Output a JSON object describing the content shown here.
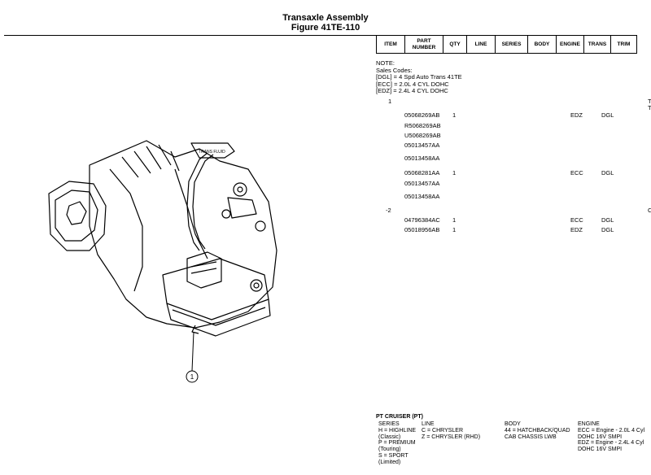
{
  "page": {
    "title": "Transaxle Assembly",
    "figure": "Figure 41TE-110"
  },
  "columns": [
    "ITEM",
    "PART NUMBER",
    "QTY",
    "LINE",
    "SERIES",
    "BODY",
    "ENGINE",
    "TRANS",
    "TRIM"
  ],
  "notes": {
    "heading": "NOTE:",
    "sales_codes": "Sales Codes:",
    "lines": [
      "[DGL] =  4 Spd Auto Trans 41TE",
      "[ECC] = 2.0L  4 CYL  DOHC",
      "[EDZ] = 2.4L  4 CYL  DOHC"
    ]
  },
  "items": [
    {
      "item": "1",
      "part_number": "",
      "qty": "",
      "engine": "",
      "trans": "",
      "edge": "T"
    },
    {
      "item": "",
      "part_number": "",
      "qty": "",
      "engine": "",
      "trans": "",
      "edge": "T"
    },
    {
      "item": "",
      "part_number": "05068269AB",
      "qty": "1",
      "engine": "EDZ",
      "trans": "DGL",
      "edge": ""
    },
    {
      "item": "",
      "part_number": "R5068269AB",
      "qty": "",
      "engine": "",
      "trans": "",
      "edge": ""
    },
    {
      "item": "",
      "part_number": "U5068269AB",
      "qty": "",
      "engine": "",
      "trans": "",
      "edge": ""
    },
    {
      "item": "",
      "part_number": "05013457AA",
      "qty": "",
      "engine": "",
      "trans": "",
      "edge": ""
    },
    {
      "item": "",
      "part_number": "05013458AA",
      "qty": "",
      "engine": "",
      "trans": "",
      "edge": ""
    },
    {
      "item": "",
      "part_number": "05068281AA",
      "qty": "1",
      "engine": "ECC",
      "trans": "DGL",
      "edge": ""
    },
    {
      "item": "",
      "part_number": "05013457AA",
      "qty": "",
      "engine": "",
      "trans": "",
      "edge": ""
    },
    {
      "item": "",
      "part_number": "05013458AA",
      "qty": "",
      "engine": "",
      "trans": "",
      "edge": ""
    },
    {
      "item": "-2",
      "part_number": "",
      "qty": "",
      "engine": "",
      "trans": "",
      "edge": "C"
    },
    {
      "item": "",
      "part_number": "04796384AC",
      "qty": "1",
      "engine": "ECC",
      "trans": "DGL",
      "edge": ""
    },
    {
      "item": "",
      "part_number": "05018956AB",
      "qty": "1",
      "engine": "EDZ",
      "trans": "DGL",
      "edge": ""
    }
  ],
  "diagram": {
    "callout": "1",
    "plug_label": "TRANS FLUID"
  },
  "footer": {
    "model": "PT CRUISER (PT)",
    "series": {
      "heading": "SERIES",
      "lines": [
        "H = HIGHLINE",
        "(Classic)",
        "P = PREMIUM",
        "(Touring)",
        "S = SPORT",
        "(Limited)"
      ]
    },
    "line": {
      "heading": "LINE",
      "lines": [
        "C = CHRYSLER",
        "Z = CHRYSLER (RHD)"
      ]
    },
    "body": {
      "heading": "BODY",
      "lines": [
        "44 = HATCHBACK/QUAD",
        "CAB CHASSIS LWB"
      ]
    },
    "engine": {
      "heading": "ENGINE",
      "lines": [
        "ECC = Engine - 2.0L 4 Cyl",
        "DOHC 16V SMPI",
        "EDZ = Engine - 2.4L 4 Cyl",
        "DOHC 16V SMPI"
      ]
    }
  }
}
